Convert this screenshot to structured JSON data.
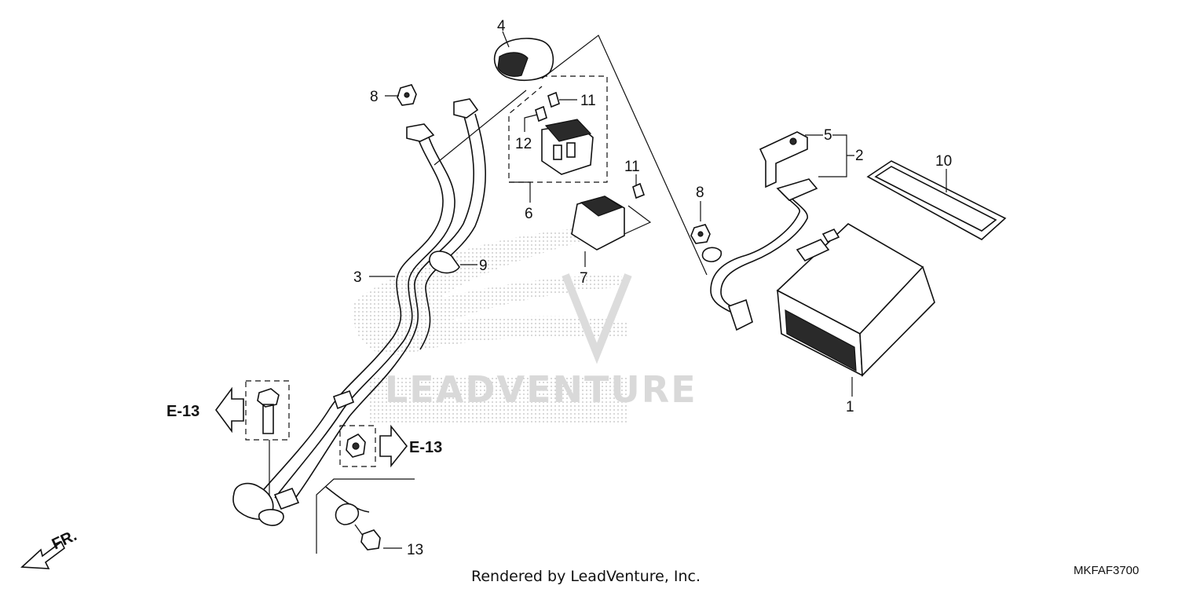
{
  "callouts": [
    {
      "id": "1",
      "text": "1"
    },
    {
      "id": "2",
      "text": "2"
    },
    {
      "id": "3",
      "text": "3"
    },
    {
      "id": "4",
      "text": "4"
    },
    {
      "id": "5",
      "text": "5"
    },
    {
      "id": "6",
      "text": "6"
    },
    {
      "id": "7",
      "text": "7"
    },
    {
      "id": "8a",
      "text": "8"
    },
    {
      "id": "8b",
      "text": "8"
    },
    {
      "id": "9",
      "text": "9"
    },
    {
      "id": "10",
      "text": "10"
    },
    {
      "id": "11a",
      "text": "11"
    },
    {
      "id": "11b",
      "text": "11"
    },
    {
      "id": "12",
      "text": "12"
    },
    {
      "id": "13",
      "text": "13"
    }
  ],
  "refs": {
    "left": "E-13",
    "right": "E-13"
  },
  "front_marker": "FR.",
  "watermark": {
    "text": "LEADVENTURE"
  },
  "footer": {
    "credit": "Rendered by LeadVenture, Inc.",
    "diagram_code": "MKFAF3700"
  }
}
